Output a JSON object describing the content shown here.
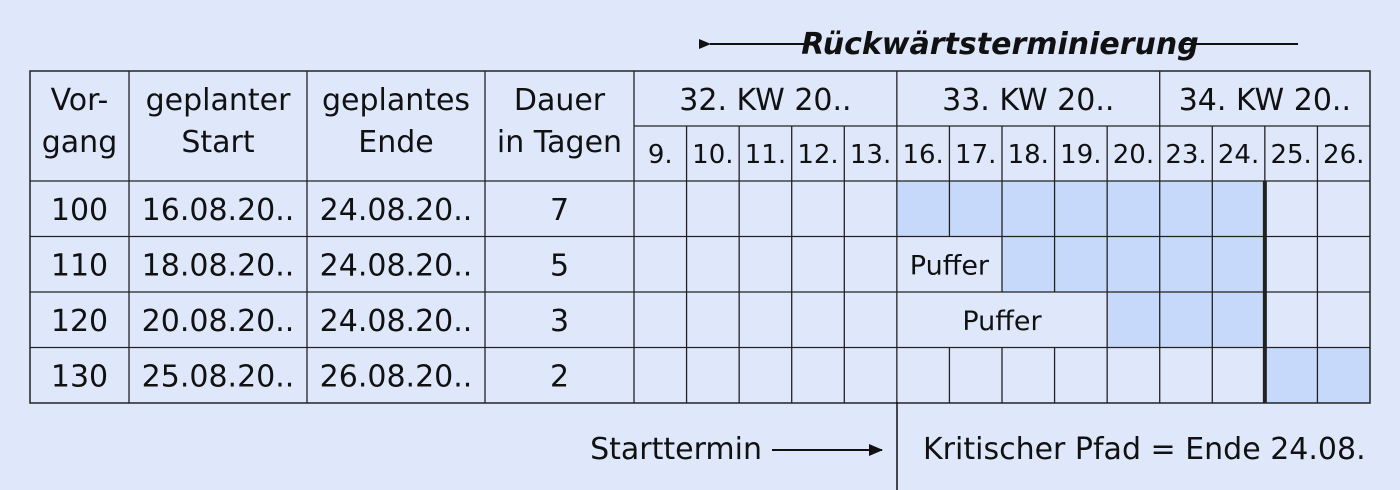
{
  "title": "Rückwärtsterminierung",
  "colors": {
    "background": "#dfe8fb",
    "bar": "#c6d9fb",
    "grid": "#222222"
  },
  "headers": {
    "vorgang": [
      "Vor-",
      "gang"
    ],
    "start": [
      "geplanter",
      "Start"
    ],
    "ende": [
      "geplantes",
      "Ende"
    ],
    "dauer": [
      "Dauer",
      "in Tagen"
    ]
  },
  "weeks": [
    "32. KW 20..",
    "33. KW 20..",
    "34. KW 20.."
  ],
  "days": [
    "9.",
    "10.",
    "11.",
    "12.",
    "13.",
    "16.",
    "17.",
    "18.",
    "19.",
    "20.",
    "23.",
    "24.",
    "25.",
    "26."
  ],
  "rows": [
    {
      "vorgang": "100",
      "start": "16.08.20..",
      "ende": "24.08.20..",
      "dauer": "7",
      "bar_days": [
        5,
        11
      ]
    },
    {
      "vorgang": "110",
      "start": "18.08.20..",
      "ende": "24.08.20..",
      "dauer": "5",
      "bar_days": [
        7,
        11
      ],
      "puffer_label": "Puffer",
      "puffer_days": [
        5,
        6
      ]
    },
    {
      "vorgang": "120",
      "start": "20.08.20..",
      "ende": "24.08.20..",
      "dauer": "3",
      "bar_days": [
        9,
        11
      ],
      "puffer_label": "Puffer",
      "puffer_days": [
        5,
        8
      ]
    },
    {
      "vorgang": "130",
      "start": "25.08.20..",
      "ende": "26.08.20..",
      "dauer": "2",
      "bar_days": [
        12,
        13
      ]
    }
  ],
  "footer": {
    "starttermin": "Starttermin",
    "kritischer_pfad": "Kritischer Pfad = Ende 24.08."
  }
}
